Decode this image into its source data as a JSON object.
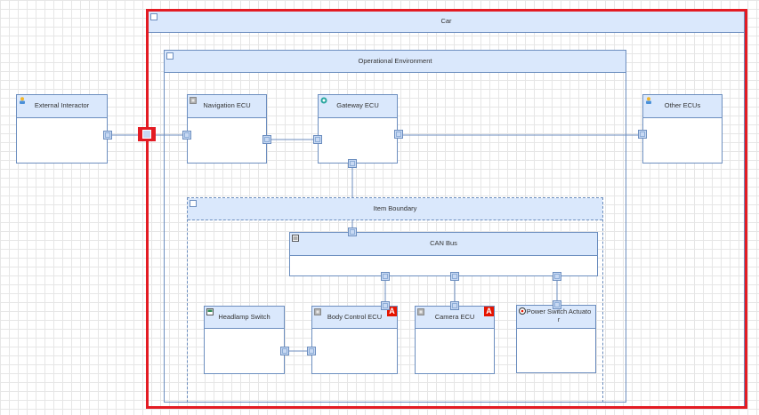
{
  "diagram": {
    "car": {
      "label": "Car"
    },
    "operational_environment": {
      "label": "Operational Environment"
    },
    "item_boundary": {
      "label": "Item Boundary"
    },
    "blocks": {
      "external_interactor": {
        "label": "External Interactor",
        "icon": "person-icon"
      },
      "navigation_ecu": {
        "label": "Navigation ECU",
        "icon": "ecu-chip-icon"
      },
      "gateway_ecu": {
        "label": "Gateway ECU",
        "icon": "network-gear-icon"
      },
      "other_ecus": {
        "label": "Other ECUs",
        "icon": "person-icon"
      },
      "can_bus": {
        "label": "CAN Bus",
        "icon": "bus-icon"
      },
      "headlamp_switch": {
        "label": "Headlamp Switch",
        "icon": "switch-icon"
      },
      "body_control_ecu": {
        "label": "Body Control ECU",
        "icon": "ecu-chip-icon",
        "badge": "A"
      },
      "camera_ecu": {
        "label": "Camera ECU",
        "icon": "ecu-chip-icon",
        "badge": "A"
      },
      "power_switch_actuator": {
        "label": "Power Switch Actuator",
        "icon": "actuator-gear-icon"
      }
    },
    "colors": {
      "header_fill": "#dae8fc",
      "stroke": "#6c8ebf",
      "port_fill": "#c8d9f3",
      "badge": "#e51400",
      "selection": "#e31b23"
    }
  }
}
